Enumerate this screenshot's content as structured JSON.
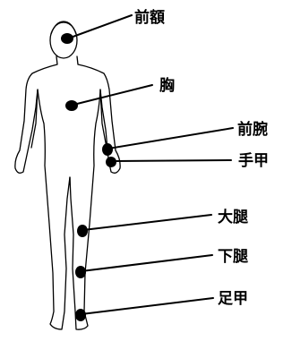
{
  "figure": {
    "line_color": "#000000",
    "marker_color": "#000000",
    "background": "#ffffff"
  },
  "labels": {
    "forehead": "前額",
    "chest": "胸",
    "forearm": "前腕",
    "back_of_hand": "手甲",
    "thigh": "大腿",
    "lower_leg": "下腿",
    "instep": "足甲"
  }
}
